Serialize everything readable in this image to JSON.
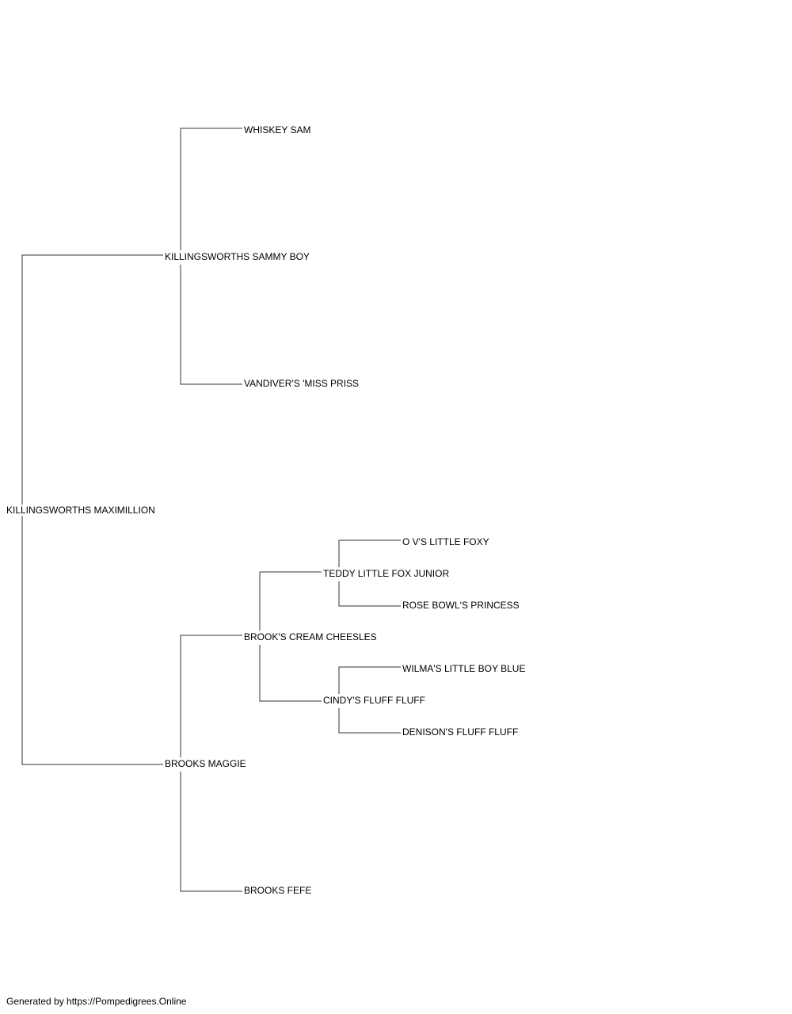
{
  "pedigree": {
    "subject": "KILLINGSWORTHS MAXIMILLION",
    "sire": {
      "name": "KILLINGSWORTHS SAMMY BOY",
      "sire": {
        "name": "WHISKEY SAM"
      },
      "dam": {
        "name": "VANDIVER'S 'MISS PRISS"
      }
    },
    "dam": {
      "name": "BROOKS MAGGIE",
      "sire": {
        "name": "BROOK'S CREAM CHEESLES",
        "sire": {
          "name": "TEDDY LITTLE FOX JUNIOR",
          "sire": {
            "name": "O V'S LITTLE FOXY"
          },
          "dam": {
            "name": "ROSE BOWL'S PRINCESS"
          }
        },
        "dam": {
          "name": "CINDY'S FLUFF FLUFF",
          "sire": {
            "name": "WILMA'S LITTLE BOY BLUE"
          },
          "dam": {
            "name": "DENISON'S FLUFF FLUFF"
          }
        }
      },
      "dam": {
        "name": "BROOKS FEFE"
      }
    }
  },
  "footer": {
    "text": "Generated by https://Pompedigrees.Online"
  },
  "colors": {
    "line": "#333333",
    "text": "#000000",
    "background": "#ffffff"
  }
}
